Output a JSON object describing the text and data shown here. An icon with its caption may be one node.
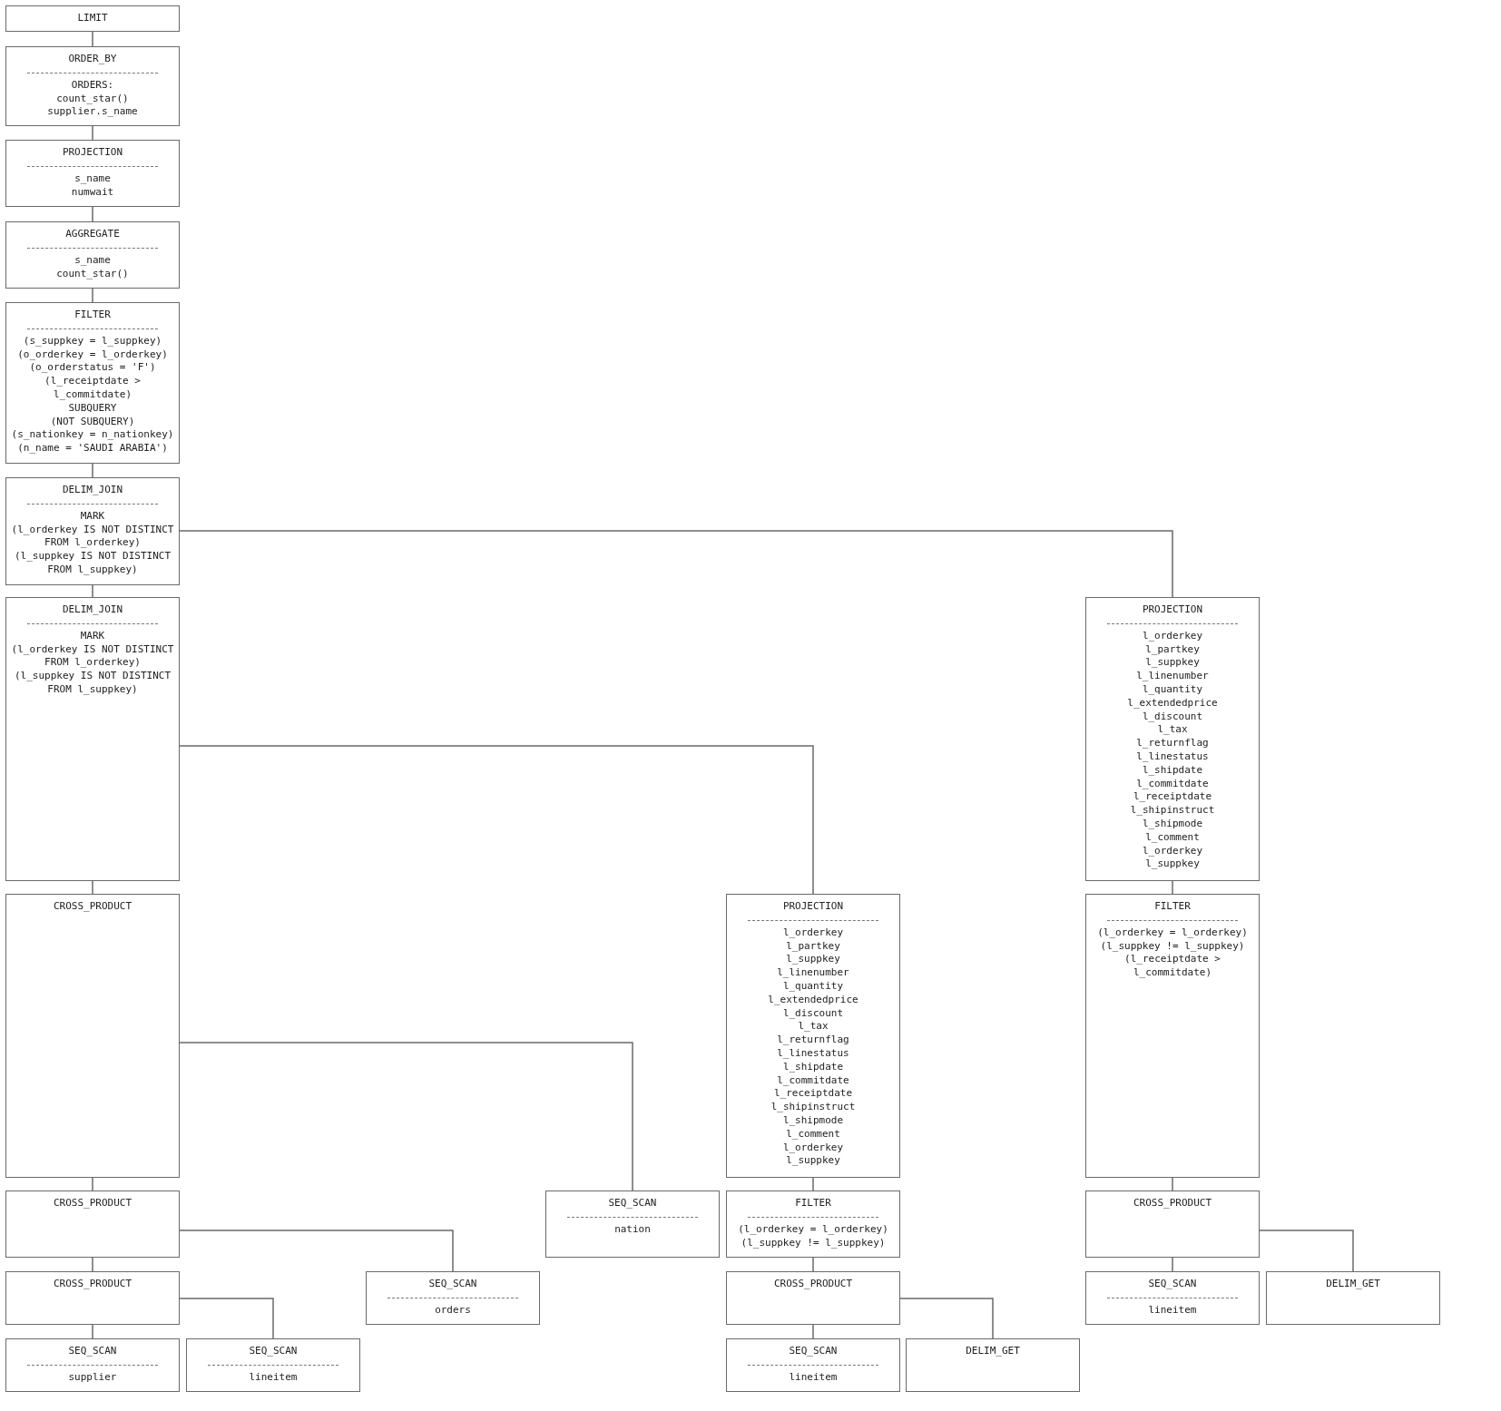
{
  "diagram": {
    "nodes": [
      {
        "text": [
          "LIMIT"
        ]
      },
      {
        "text": [
          "ORDER_BY",
          "ORDERS:",
          "count_star()",
          "supplier.s_name"
        ]
      },
      {
        "text": [
          "PROJECTION",
          "s_name",
          "numwait"
        ]
      },
      {
        "text": [
          "AGGREGATE",
          "s_name",
          "count_star()"
        ]
      },
      {
        "text": [
          "FILTER",
          "(s_suppkey = l_suppkey)",
          "(o_orderkey = l_orderkey)",
          "(o_orderstatus = 'F')",
          "(l_receiptdate > l_commitdate)",
          "SUBQUERY",
          "(NOT SUBQUERY)",
          "(s_nationkey = n_nationkey)",
          "(n_name = 'SAUDI ARABIA')"
        ]
      },
      {
        "text": [
          "DELIM_JOIN",
          "MARK",
          "(l_orderkey IS NOT DISTINCT FROM l_orderkey)",
          "(l_suppkey IS NOT DISTINCT FROM l_suppkey)"
        ]
      },
      {
        "text": [
          "DELIM_JOIN",
          "MARK",
          "(l_orderkey IS NOT DISTINCT FROM l_orderkey)",
          "(l_suppkey IS NOT DISTINCT FROM l_suppkey)"
        ]
      },
      {
        "text": [
          "PROJECTION",
          "l_orderkey",
          "l_partkey",
          "l_suppkey",
          "l_linenumber",
          "l_quantity",
          "l_extendedprice",
          "l_discount",
          "l_tax",
          "l_returnflag",
          "l_linestatus",
          "l_shipdate",
          "l_commitdate",
          "l_receiptdate",
          "l_shipinstruct",
          "l_shipmode",
          "l_comment",
          "l_orderkey",
          "l_suppkey"
        ]
      },
      {
        "text": [
          "CROSS_PRODUCT"
        ]
      },
      {
        "text": [
          "PROJECTION",
          "l_orderkey",
          "l_partkey",
          "l_suppkey",
          "l_linenumber",
          "l_quantity",
          "l_extendedprice",
          "l_discount",
          "l_tax",
          "l_returnflag",
          "l_linestatus",
          "l_shipdate",
          "l_commitdate",
          "l_receiptdate",
          "l_shipinstruct",
          "l_shipmode",
          "l_comment",
          "l_orderkey",
          "l_suppkey"
        ]
      },
      {
        "text": [
          "FILTER",
          "(l_orderkey = l_orderkey)",
          "(l_suppkey != l_suppkey)",
          "(l_receiptdate > l_commitdate)"
        ]
      },
      {
        "text": [
          "CROSS_PRODUCT"
        ]
      },
      {
        "text": [
          "SEQ_SCAN",
          "nation"
        ]
      },
      {
        "text": [
          "FILTER",
          "(l_orderkey = l_orderkey)",
          "(l_suppkey != l_suppkey)"
        ]
      },
      {
        "text": [
          "CROSS_PRODUCT"
        ]
      },
      {
        "text": [
          "CROSS_PRODUCT"
        ]
      },
      {
        "text": [
          "SEQ_SCAN",
          "orders"
        ]
      },
      {
        "text": [
          "CROSS_PRODUCT"
        ]
      },
      {
        "text": [
          "SEQ_SCAN",
          "lineitem"
        ]
      },
      {
        "text": [
          "DELIM_GET"
        ]
      },
      {
        "text": [
          "SEQ_SCAN",
          "supplier"
        ]
      },
      {
        "text": [
          "SEQ_SCAN",
          "lineitem"
        ]
      },
      {
        "text": [
          "SEQ_SCAN",
          "lineitem"
        ]
      },
      {
        "text": [
          "DELIM_GET"
        ]
      }
    ],
    "edges": [
      {
        "from": 0,
        "to": 1,
        "arrow": "none"
      },
      {
        "from": 1,
        "to": 2,
        "arrow": "none"
      },
      {
        "from": 2,
        "to": 3,
        "arrow": "none"
      },
      {
        "from": 3,
        "to": 4,
        "arrow": "none"
      },
      {
        "from": 4,
        "to": 5,
        "arrow": "none"
      },
      {
        "from": 5,
        "to": 6,
        "arrow": "none"
      },
      {
        "from": 5,
        "to": 7,
        "arrow": "none"
      },
      {
        "from": 6,
        "to": 8,
        "arrow": "none"
      },
      {
        "from": 6,
        "to": 9,
        "arrow": "none"
      },
      {
        "from": 7,
        "to": 10,
        "arrow": "none"
      },
      {
        "from": 8,
        "to": 11,
        "arrow": "none"
      },
      {
        "from": 8,
        "to": 12,
        "arrow": "none"
      },
      {
        "from": 9,
        "to": 13,
        "arrow": "none"
      },
      {
        "from": 10,
        "to": 14,
        "arrow": "none"
      },
      {
        "from": 11,
        "to": 15,
        "arrow": "none"
      },
      {
        "from": 11,
        "to": 16,
        "arrow": "none"
      },
      {
        "from": 13,
        "to": 17,
        "arrow": "none"
      },
      {
        "from": 14,
        "to": 18,
        "arrow": "none"
      },
      {
        "from": 14,
        "to": 19,
        "arrow": "none"
      },
      {
        "from": 15,
        "to": 20,
        "arrow": "none"
      },
      {
        "from": 15,
        "to": 21,
        "arrow": "none"
      },
      {
        "from": 17,
        "to": 22,
        "arrow": "none"
      },
      {
        "from": 17,
        "to": 23,
        "arrow": "none"
      }
    ]
  }
}
